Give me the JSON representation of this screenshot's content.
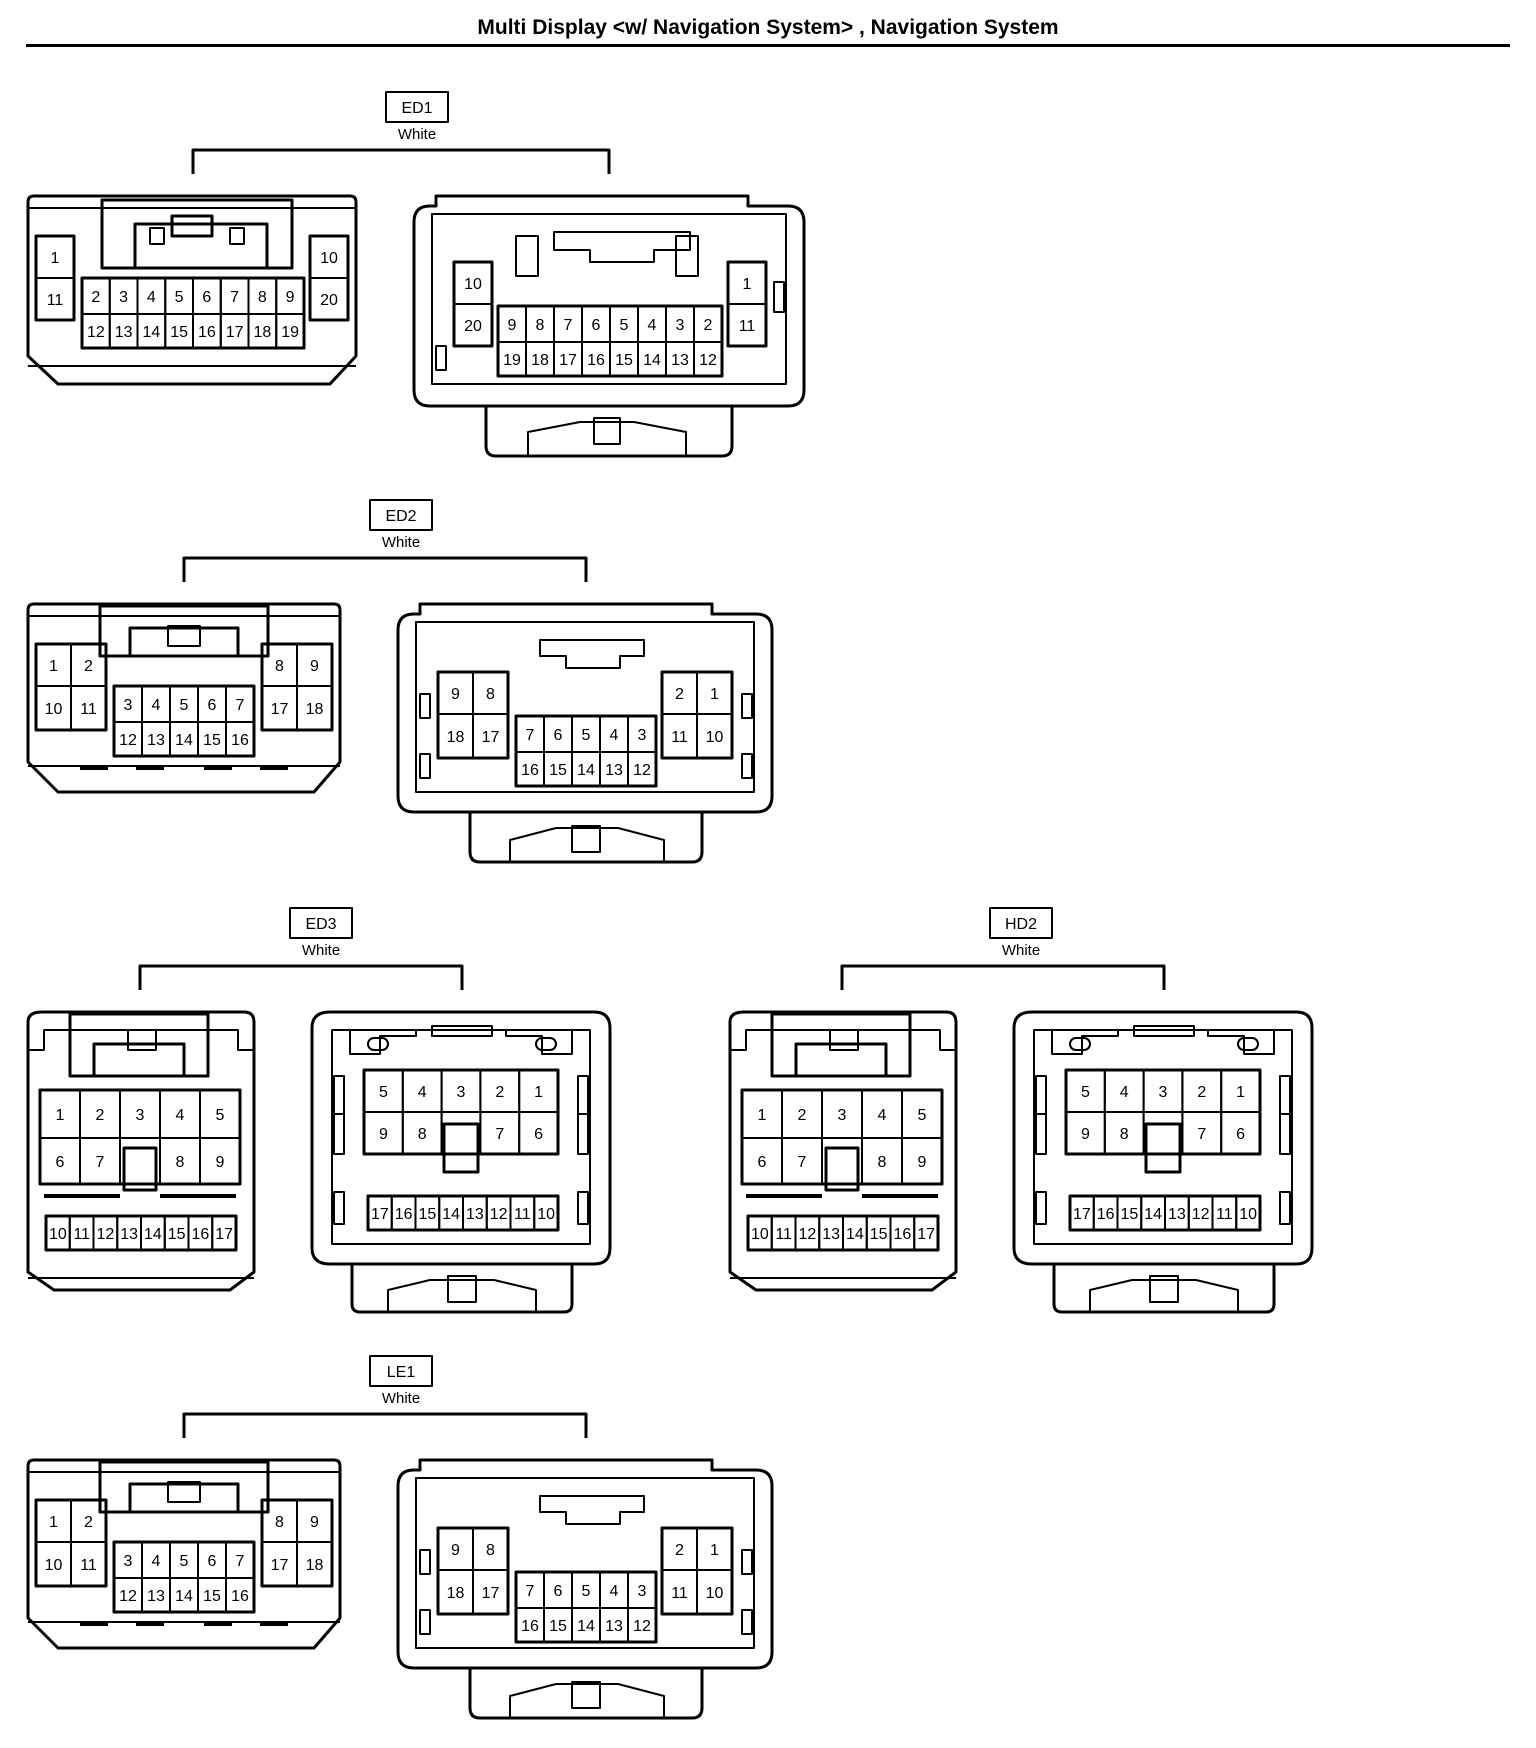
{
  "page": {
    "title": "Multi Display <w/ Navigation System> , Navigation System"
  },
  "connectors": [
    {
      "id": "ED1",
      "color": "White",
      "pins": 20
    },
    {
      "id": "ED2",
      "color": "White",
      "pins": 18
    },
    {
      "id": "ED3",
      "color": "White",
      "pins": 17
    },
    {
      "id": "HD2",
      "color": "White",
      "pins": 17
    },
    {
      "id": "LE1",
      "color": "White",
      "pins": 18
    }
  ]
}
